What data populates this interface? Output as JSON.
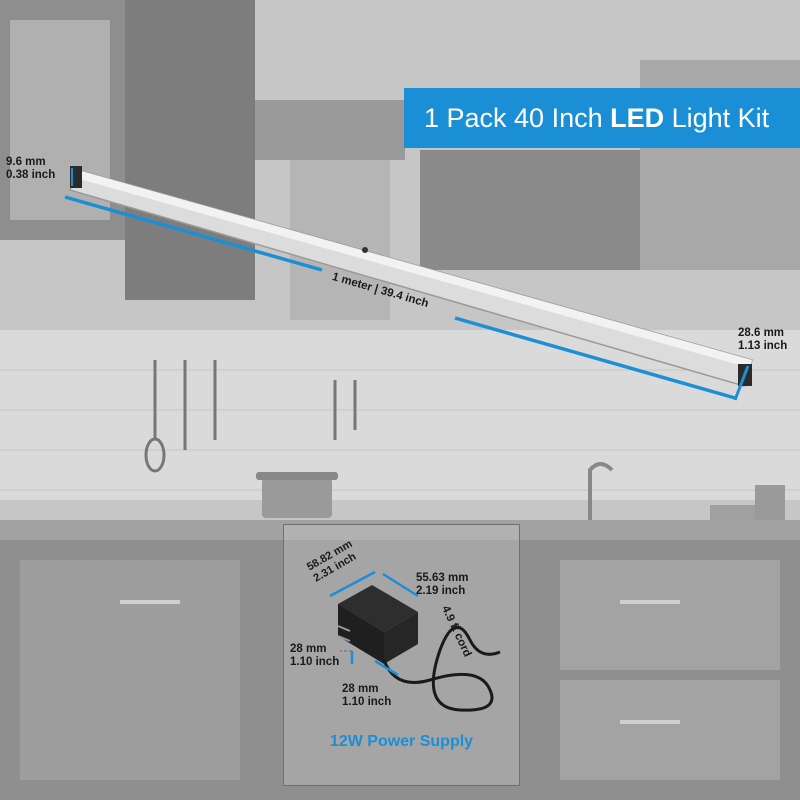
{
  "title": {
    "prefix": "1 Pack 40 Inch ",
    "bold": "LED",
    "suffix": " Light Kit"
  },
  "colors": {
    "accent": "#1b8fd6",
    "background": "#c9c9c9"
  },
  "bar_dims": {
    "height_mm": "9.6 mm",
    "height_in": "0.38 inch",
    "length": "1 meter | 39.4 inch",
    "width_mm": "28.6 mm",
    "width_in": "1.13 inch"
  },
  "psu_dims": {
    "length_mm": "58.82 mm",
    "length_in": "2.31 inch",
    "width_mm": "55.63 mm",
    "width_in": "2.19 inch",
    "cord": "4.9 ft cord",
    "height_mm": "28 mm",
    "height_in": "1.10 inch",
    "depth_mm": "28 mm",
    "depth_in": "1.10 inch"
  },
  "psu_label": "12W Power Supply"
}
